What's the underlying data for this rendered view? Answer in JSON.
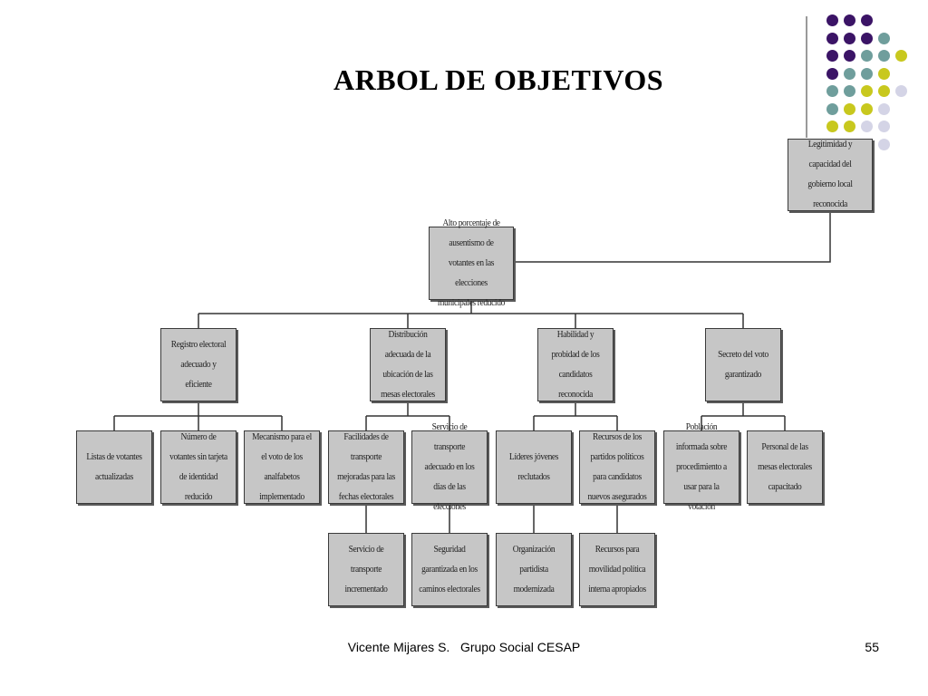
{
  "title": "ARBOL DE OBJETIVOS",
  "footer": {
    "text": "Vicente Mijares S.   Grupo Social CESAP",
    "page": "55"
  },
  "colors": {
    "purple": "#3b1466",
    "teal": "#6f9e9c",
    "olive": "#c8c81e",
    "lavender": "#d4d4e6",
    "box_fill": "#c6c6c6"
  },
  "nodes": {
    "legitimidad": "Legitimidad y capacidad del gobierno local reconocida",
    "alto_porcentaje": "Alto porcentaje de ausentismo de votantes en las elecciones municipales reducido",
    "registro": "Registro electoral adecuado y eficiente",
    "distribucion": "Distribución adecuada de la ubicación de las mesas electorales",
    "habilidad": "Habilidad y probidad de los candidatos reconocida",
    "secreto": "Secreto del voto garantizado",
    "listas": "Listas de votantes actualizadas",
    "numero": "Número de votantes sin tarjeta de identidad reducido",
    "mecanismo": "Mecanismo para el el voto de los analfabetos implementado",
    "facilidades": "Facilidades de transporte mejoradas para las fechas electorales",
    "servicio_dias": "Servicio de transporte adecuado en los días de las elecciones",
    "servicio_inc": "Servicio de transporte incrementado",
    "seguridad": "Seguridad garantizada en los caminos electorales",
    "lideres": "Líderes jóvenes reclutados",
    "organizacion": "Organización partidista modernizada",
    "recursos_partidos": "Recursos de los partidos políticos para candidatos nuevos asegurados",
    "recursos_movilidad": "Recursos para movilidad política interna apropiados",
    "poblacion": "Población informada sobre procedimiento a usar para la votación",
    "personal": "Personal de las mesas electorales capacitado"
  }
}
